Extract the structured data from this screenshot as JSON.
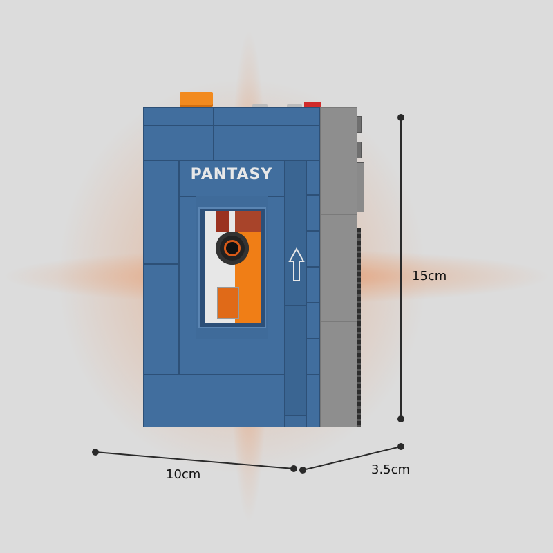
{
  "product": {
    "brand_label": "PANTASY",
    "type": "cassette player brick model",
    "body_color": "#3f6b9a",
    "accent_color": "#f28a1e",
    "side_color": "#8e8e8e"
  },
  "dimensions": {
    "height": "15cm",
    "width": "10cm",
    "depth": "3.5cm"
  },
  "icons": {
    "arrow": "up-arrow-icon"
  },
  "background": {
    "color": "#dcdcdc",
    "glow_color": "#e88c5a"
  }
}
